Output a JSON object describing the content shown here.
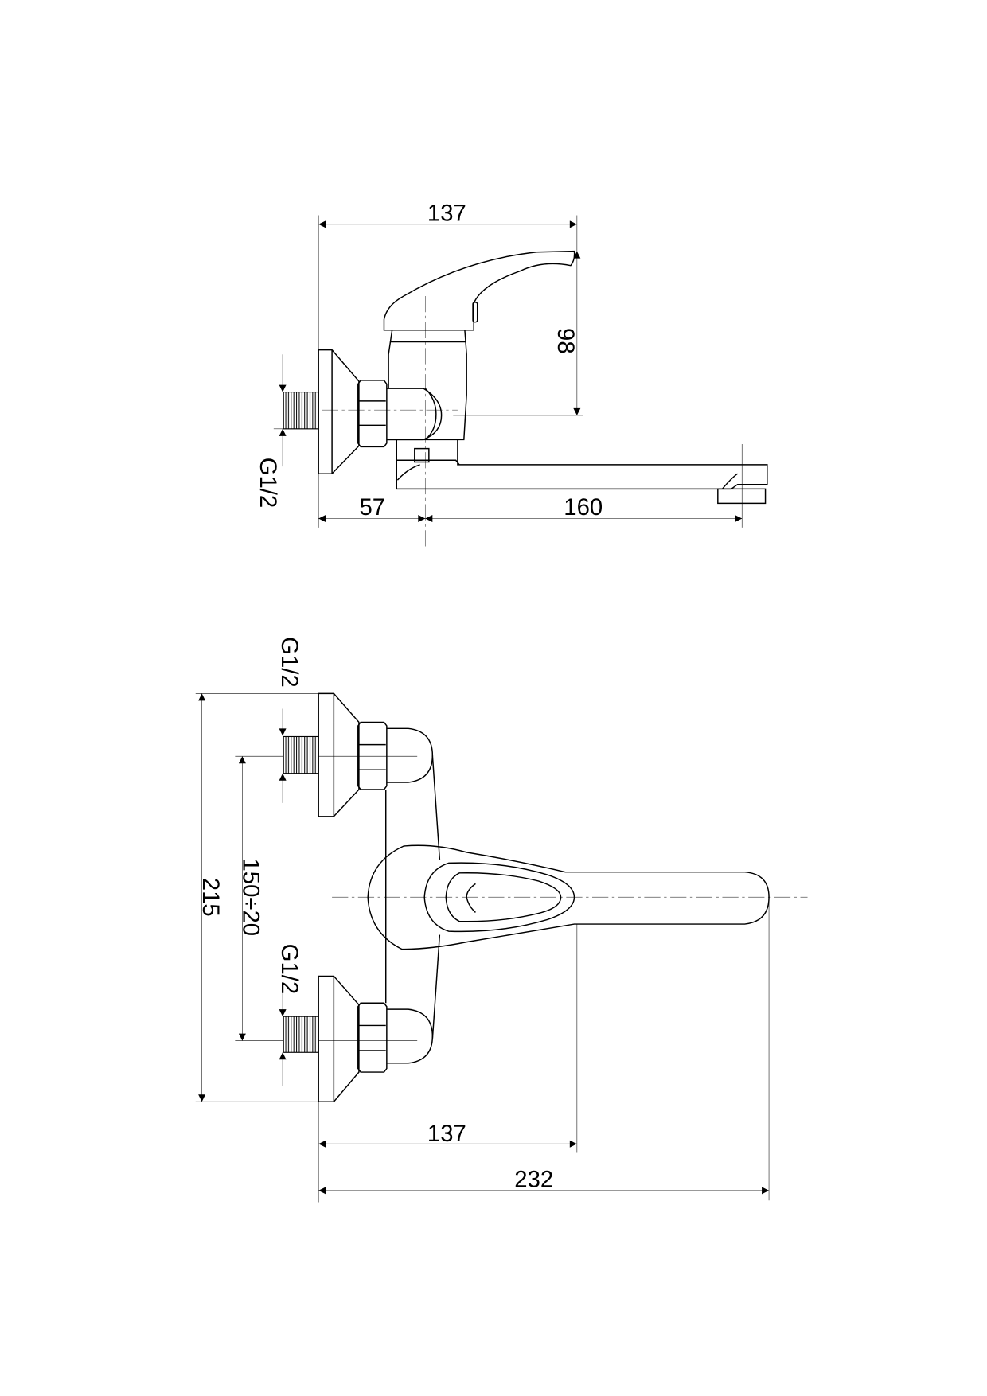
{
  "top_view": {
    "dim_width": "137",
    "dim_height": "98",
    "dim_wall_to_axis": "57",
    "dim_spout": "160",
    "thread_label": "G1/2"
  },
  "front_view": {
    "thread_label_upper": "G1/2",
    "thread_label_lower": "G1/2",
    "dim_total_height": "215",
    "dim_inlet_spacing": "150÷20",
    "dim_handle_reach": "137",
    "dim_total_reach": "232"
  }
}
